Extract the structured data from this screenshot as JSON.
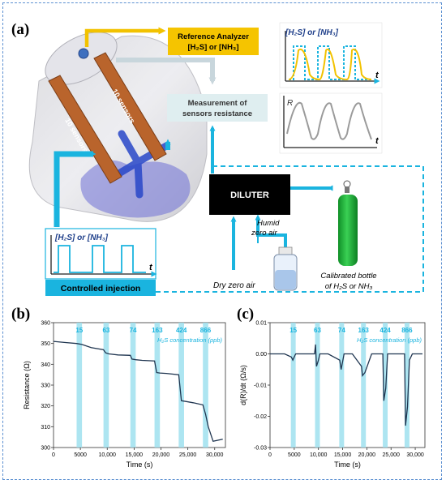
{
  "panels": {
    "a": "(a)",
    "b": "(b)",
    "c": "(c)"
  },
  "diagram": {
    "chamber_sensors_left": "10 sensors",
    "chamber_sensors_right": "10 sensors",
    "ref_analyzer_line1": "Reference Analyzer",
    "ref_analyzer_line2": "[H₂S] or [NH₃]",
    "measurement_line1": "Measurement of",
    "measurement_line2": "sensors resistance",
    "diluter": "DILUTER",
    "humid_line1": "Humid",
    "humid_line2": "zero air",
    "dry_air": "Dry zero air",
    "bottle_line1": "Calibrated bottle",
    "bottle_line2": "of H₂S or NH₃",
    "controlled_injection": "Controlled injection",
    "mini_plot_conc_label": "[H₂S] or [NH₃]",
    "mini_plot_t": "t",
    "mini_plot_r": "R",
    "colors": {
      "yellow": "#f2c200",
      "cyan": "#1ab4df",
      "green": "#22b33a",
      "black": "#000000",
      "grey": "#a9a9a9"
    }
  },
  "chart_data": [
    {
      "type": "line",
      "panel": "b",
      "xlabel": "Time (s)",
      "ylabel": "Resistance (Ω)",
      "xlim": [
        0,
        32000
      ],
      "ylim": [
        300,
        360
      ],
      "xticks": [
        0,
        5000,
        10000,
        15000,
        20000,
        25000,
        30000
      ],
      "xtick_labels": [
        "0",
        "5000",
        "10,000",
        "15,000",
        "20,000",
        "25,000",
        "30,000"
      ],
      "yticks": [
        300,
        310,
        320,
        330,
        340,
        350,
        360
      ],
      "annotation": "H₂S concentration (ppb)",
      "pulses": [
        {
          "label": "15",
          "start": 4300,
          "end": 5300
        },
        {
          "label": "63",
          "start": 9300,
          "end": 10300
        },
        {
          "label": "74",
          "start": 14300,
          "end": 15300
        },
        {
          "label": "163",
          "start": 18800,
          "end": 19800
        },
        {
          "label": "424",
          "start": 23300,
          "end": 24300
        },
        {
          "label": "866",
          "start": 27800,
          "end": 28800
        }
      ],
      "x": [
        0,
        2000,
        4300,
        5300,
        7000,
        9300,
        9700,
        10300,
        12000,
        14300,
        14600,
        15300,
        16500,
        18800,
        19200,
        19800,
        21000,
        23300,
        23800,
        24300,
        26000,
        27800,
        28300,
        28800,
        29700,
        31500
      ],
      "y": [
        351,
        350.5,
        350,
        349.5,
        348,
        347,
        345.5,
        345,
        344.5,
        344.3,
        342.5,
        342.2,
        341.9,
        341.6,
        336,
        335.8,
        335.6,
        335,
        322.5,
        322.3,
        321.5,
        320.5,
        316,
        310,
        303,
        304
      ]
    },
    {
      "type": "line",
      "panel": "c",
      "xlabel": "Time (s)",
      "ylabel": "d(R)/dt (Ω/s)",
      "xlim": [
        0,
        32000
      ],
      "ylim": [
        -0.03,
        0.01
      ],
      "xticks": [
        0,
        5000,
        10000,
        15000,
        20000,
        25000,
        30000
      ],
      "xtick_labels": [
        "0",
        "5000",
        "10,000",
        "15,000",
        "20,000",
        "25,000",
        "30,000"
      ],
      "yticks": [
        -0.03,
        -0.02,
        -0.01,
        0.0,
        0.01
      ],
      "ytick_labels": [
        "-0.03",
        "-0.02",
        "-0.01",
        "0.00",
        "0.01"
      ],
      "annotation": "H₂S concentration (ppb)",
      "pulses": [
        {
          "label": "15",
          "start": 4300,
          "end": 5300
        },
        {
          "label": "63",
          "start": 9300,
          "end": 10300
        },
        {
          "label": "74",
          "start": 14300,
          "end": 15300
        },
        {
          "label": "163",
          "start": 18800,
          "end": 19800
        },
        {
          "label": "424",
          "start": 23300,
          "end": 24300
        },
        {
          "label": "866",
          "start": 27800,
          "end": 28800
        }
      ],
      "x": [
        0,
        3000,
        4400,
        4700,
        5300,
        7000,
        9200,
        9400,
        9600,
        10000,
        10300,
        12000,
        14400,
        14700,
        15300,
        17000,
        18900,
        19100,
        19600,
        21000,
        23300,
        23500,
        23900,
        24300,
        26000,
        27800,
        28000,
        28400,
        28800,
        29400,
        31500
      ],
      "y": [
        0.0,
        0.0,
        -0.001,
        -0.002,
        0.0,
        0.0,
        0.0,
        0.003,
        -0.004,
        -0.002,
        0.0,
        0.0,
        -0.002,
        -0.005,
        0.0,
        0.0,
        -0.004,
        -0.007,
        -0.006,
        0.0,
        0.0,
        -0.015,
        -0.011,
        0.0,
        0.0,
        0.0,
        -0.023,
        -0.017,
        -0.002,
        0.0,
        0.0
      ]
    }
  ]
}
